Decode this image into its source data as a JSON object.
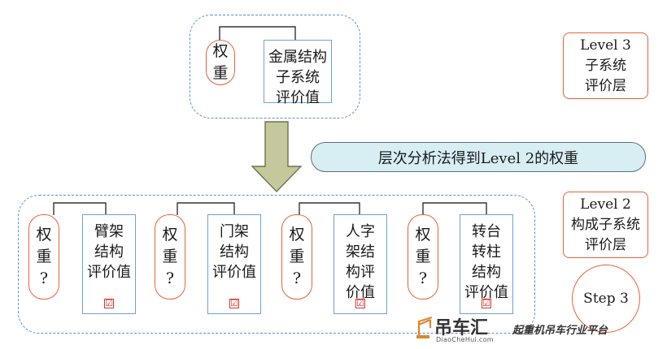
{
  "top": {
    "weight": "权\n重",
    "value": "金属结构\n子系统\n评价值"
  },
  "level3": "Level 3\n子系统\n评价层",
  "banner": "层次分析法得到Level 2的权重",
  "level2": "Level 2\n构成子系统\n评价层",
  "step": "Step 3",
  "groups": [
    {
      "weight": "权\n重\n?",
      "value": "臂架\n结构\n评价值",
      "check": "☑"
    },
    {
      "weight": "权\n重\n?",
      "value": "门架\n结构\n评价值",
      "check": "☑"
    },
    {
      "weight": "权\n重\n?",
      "value": "人字\n架结\n构评\n价值",
      "check": "☑"
    },
    {
      "weight": "权\n重\n?",
      "value": "转台\n转柱\n结构\n评价值",
      "check": "☑"
    }
  ],
  "watermark": {
    "logo": "吊车汇",
    "url": "DiaoCheHui.com",
    "tagline": "起重机吊车行业平台"
  },
  "colors": {
    "dash": "#5b8fd0",
    "weight_border": "#e8623a",
    "value_border": "#6aa3d8",
    "banner_fill": "#d7eef2",
    "arrow_fill": "#c4c89a"
  }
}
